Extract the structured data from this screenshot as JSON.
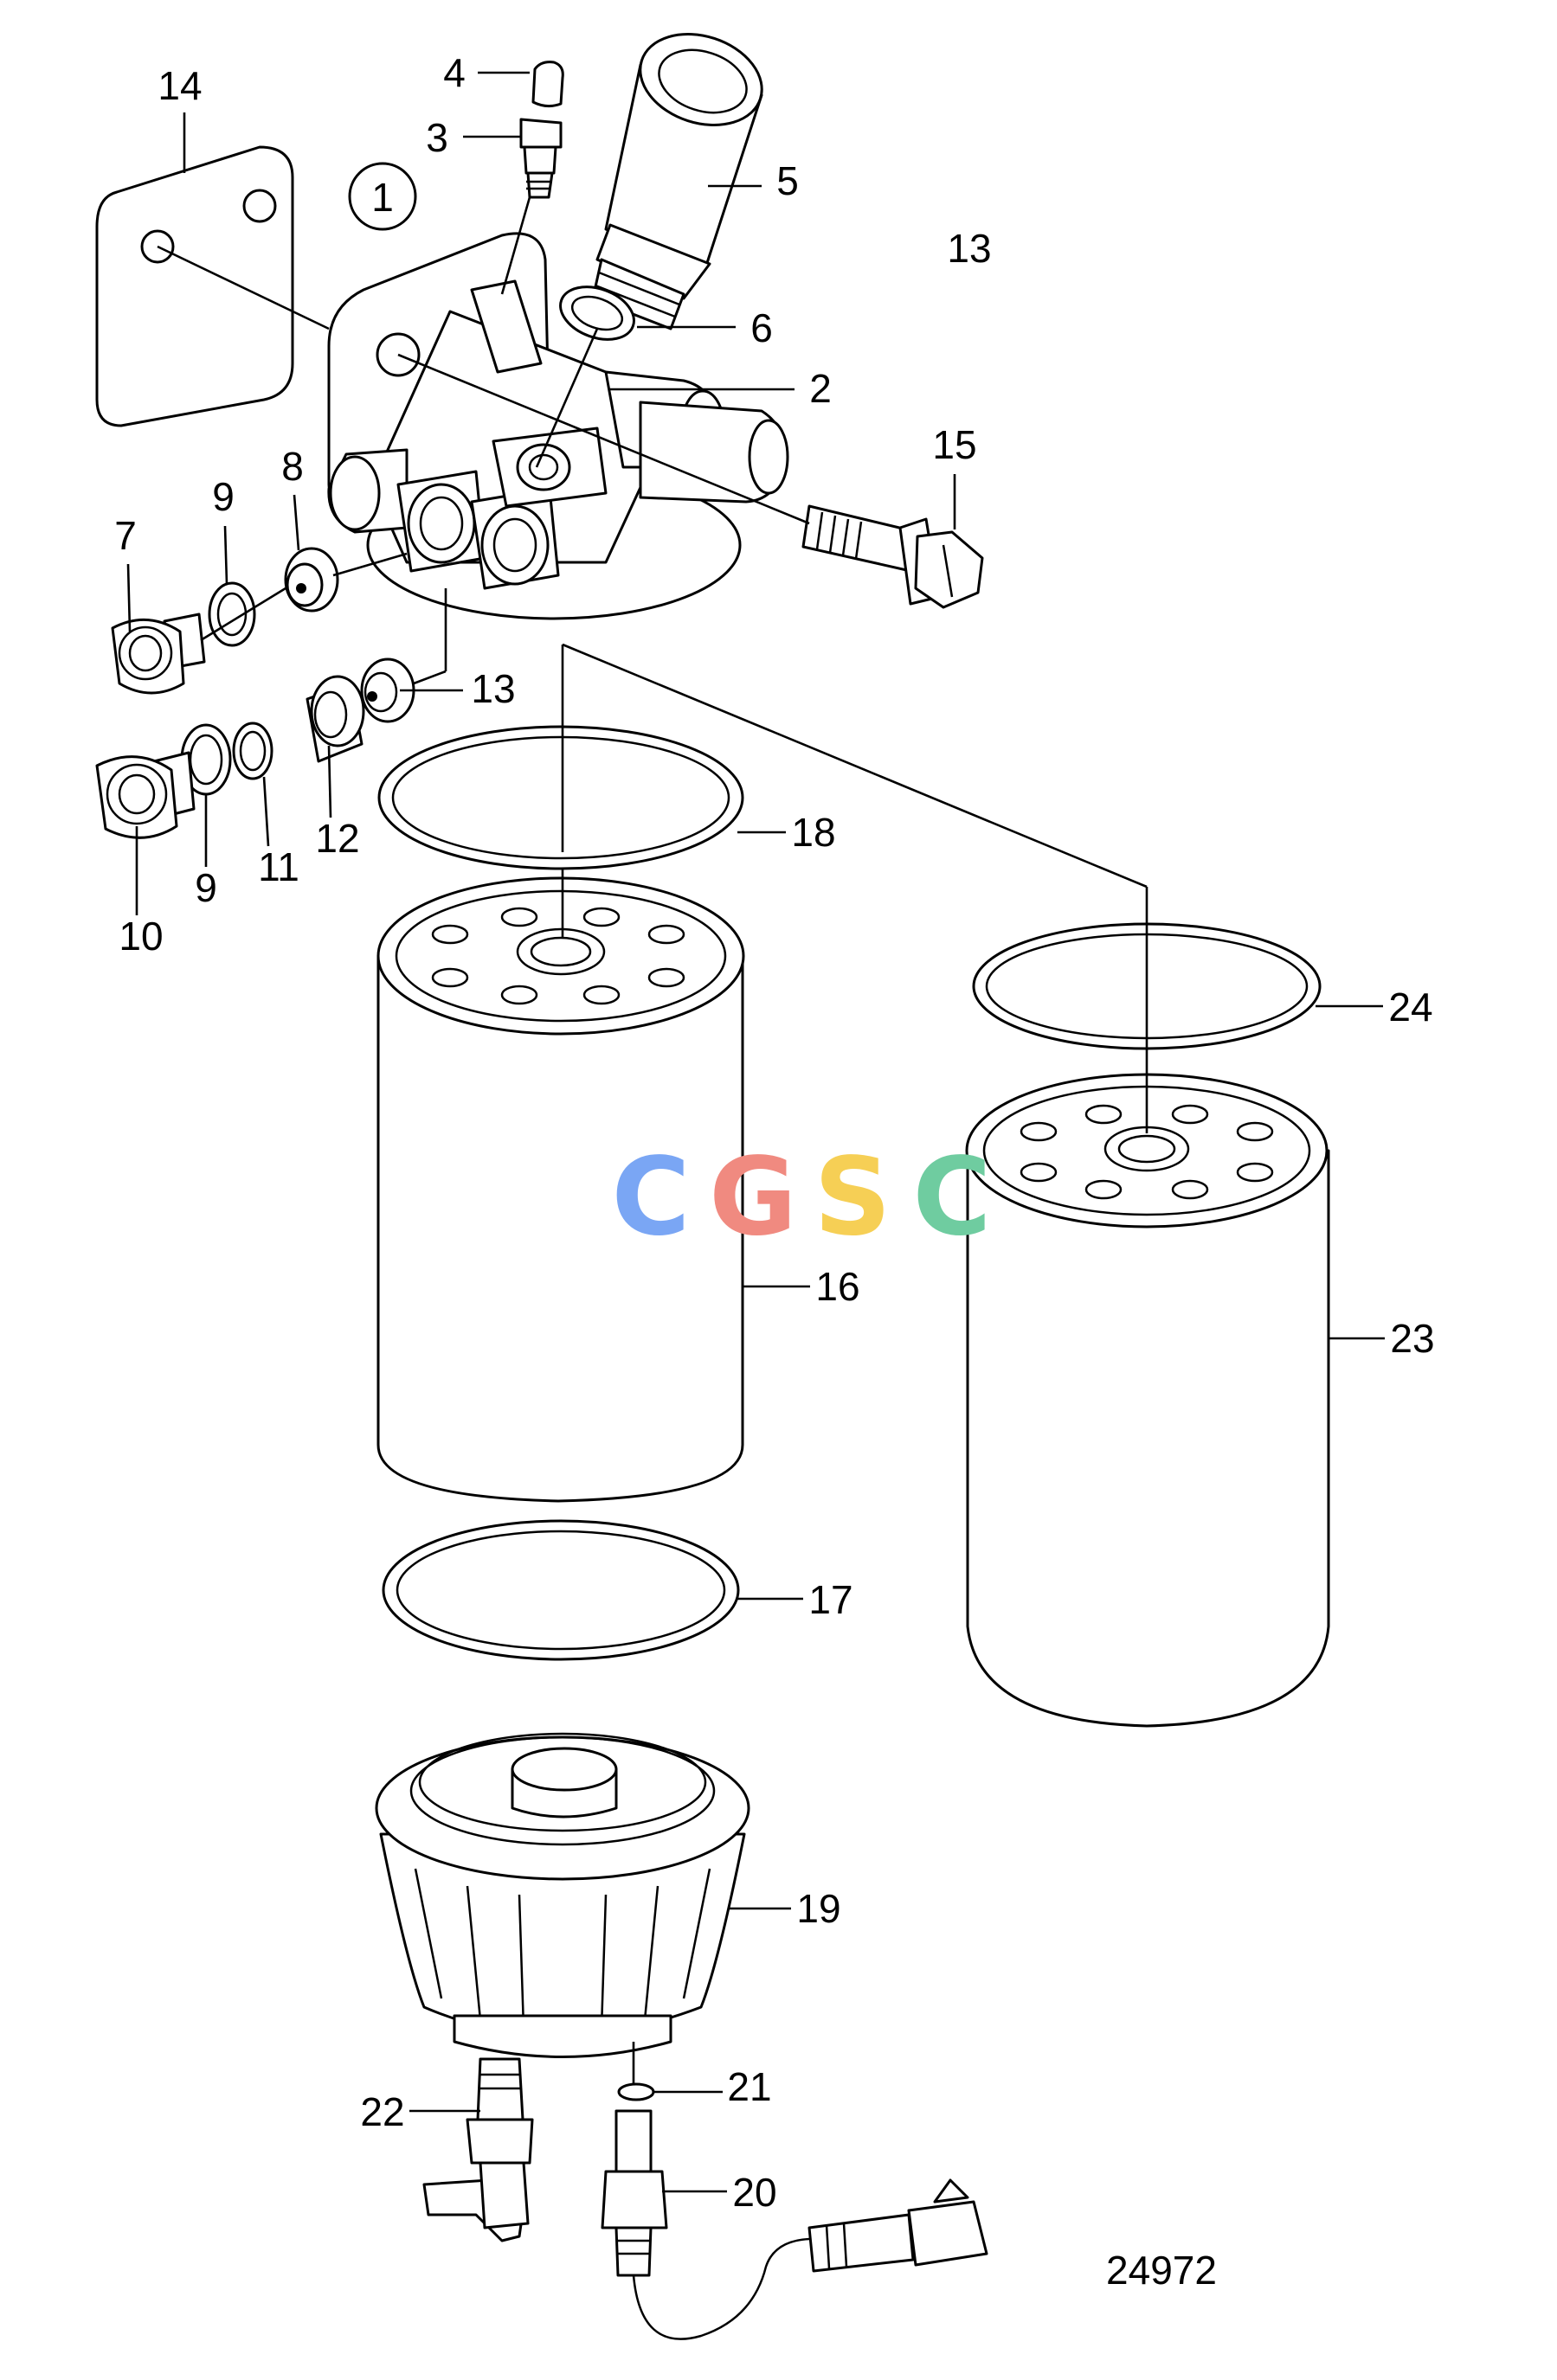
{
  "drawing_number": "24972",
  "group_marker": "1",
  "watermark": {
    "letters": [
      "C",
      "G",
      "S",
      "C"
    ],
    "colors": [
      "#7aa6f4",
      "#f08a80",
      "#f6cf55",
      "#6fcca0"
    ]
  },
  "callouts": {
    "c1": "14",
    "c2": "4",
    "c3": "3",
    "c4": "5",
    "c5": "13",
    "c6": "6",
    "c7": "2",
    "c8": "15",
    "c9": "7",
    "c10": "9",
    "c11": "8",
    "c12": "13",
    "c13": "10",
    "c14": "9",
    "c15": "11",
    "c16": "12",
    "c17": "18",
    "c18": "24",
    "c19": "16",
    "c20": "23",
    "c21": "17",
    "c22": "19",
    "c23": "21",
    "c24": "22",
    "c25": "20"
  }
}
